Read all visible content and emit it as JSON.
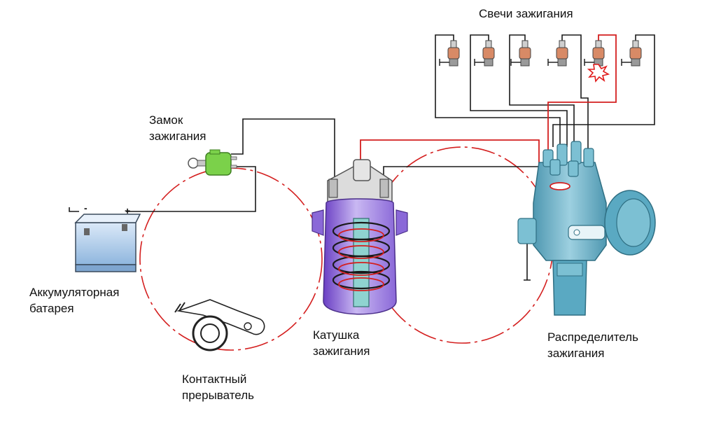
{
  "labels": {
    "spark_plugs": "Свечи зажигания",
    "ignition_lock": [
      "Замок",
      "зажигания"
    ],
    "battery": [
      "Аккумуляторная",
      "батарея"
    ],
    "coil": [
      "Катушка",
      "зажигания"
    ],
    "distributor": [
      "Распределитель",
      "зажигания"
    ],
    "breaker": [
      "Контактный",
      "прерыватель"
    ]
  },
  "battery_terminals": {
    "negative": "-",
    "positive": "+"
  },
  "colors": {
    "circuit_primary": "#1a1a1a",
    "circuit_high_voltage": "#d41f1f",
    "battery": "#b9d4ef",
    "ignition_lock": "#7bd14a",
    "coil": "#a483e0",
    "distributor": "#6fb3c9",
    "spark_plug_insulator": "#d88a66",
    "spark": "#e01a1a"
  }
}
